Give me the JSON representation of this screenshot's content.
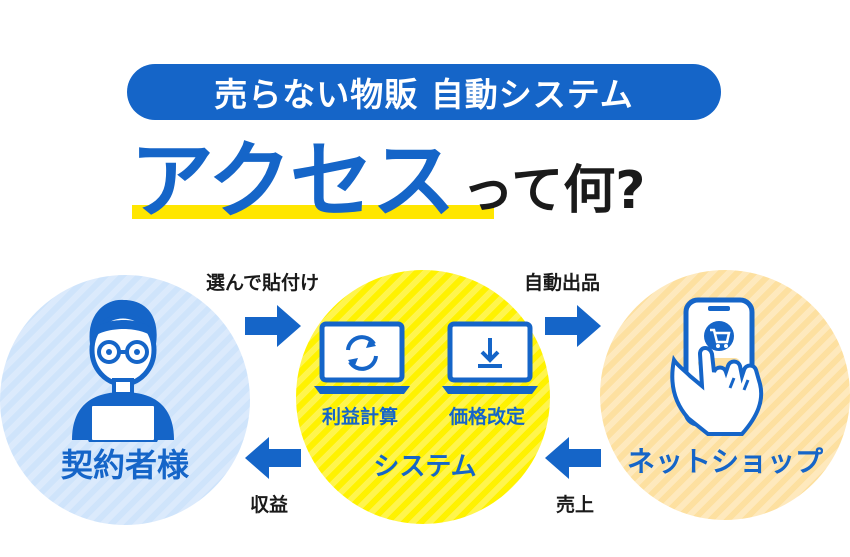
{
  "header": {
    "pill_text": "売らない物販 自動システム",
    "title_main": "アクセス",
    "title_sub": "って何?"
  },
  "nodes": {
    "user": "契約者様",
    "system": "システム",
    "system_func_calc": "利益計算",
    "system_func_price": "価格改定",
    "shop": "ネットショップ"
  },
  "flows": {
    "user_to_system": "選んで貼付け",
    "system_to_shop": "自動出品",
    "system_to_user": "収益",
    "shop_to_system": "売上"
  },
  "colors": {
    "accent_blue": "#1565c8",
    "highlight_yellow": "#ffe600",
    "circle_user": "#cfe4fb",
    "circle_system": "#fff200",
    "circle_shop": "#fde0a0"
  },
  "icons": [
    "person-with-glasses-icon",
    "laptop-refresh-icon",
    "laptop-download-icon",
    "smartphone-cart-icon",
    "arrow-right-icon",
    "arrow-left-icon"
  ]
}
